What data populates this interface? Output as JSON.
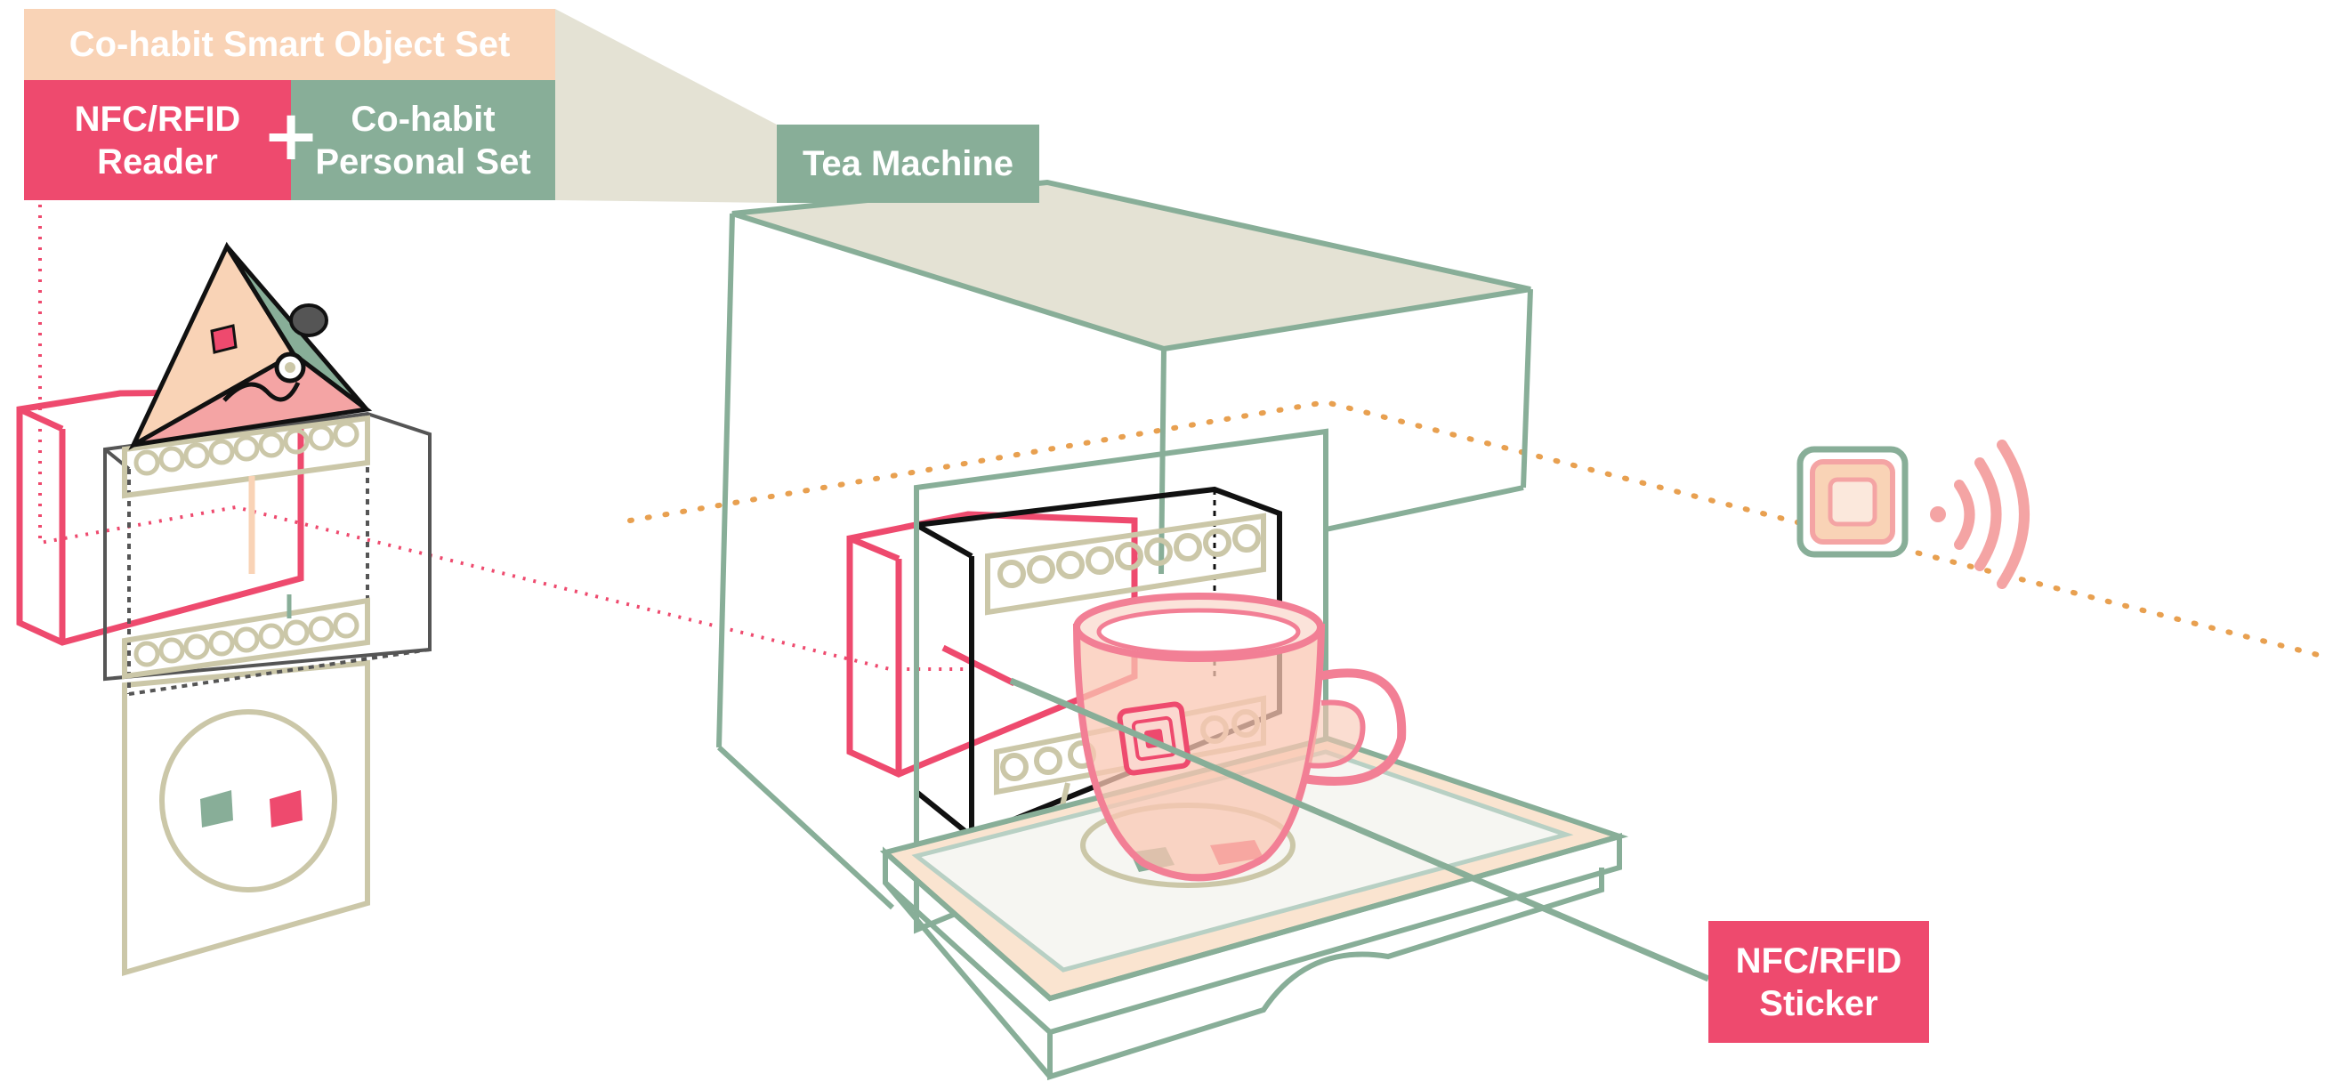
{
  "labels": {
    "smart_object_set": "Co-habit Smart Object Set",
    "reader": "NFC/RFID\nReader",
    "plus": "+",
    "personal_set": "Co-habit\nPersonal Set",
    "tea_machine": "Tea Machine",
    "sticker": "NFC/RFID\nSticker"
  },
  "colors": {
    "pink": "#ee4a6e",
    "green": "#88ae98",
    "peach": "#f9d3b6",
    "beige": "#e4e2d4",
    "olive": "#cbc7a8",
    "orange": "#e8a050",
    "black": "#111111",
    "gray": "#555555"
  },
  "icons": [
    "nfc-tag-icon",
    "wireless-signal-icon",
    "socket-icon",
    "device-prism-icon"
  ]
}
